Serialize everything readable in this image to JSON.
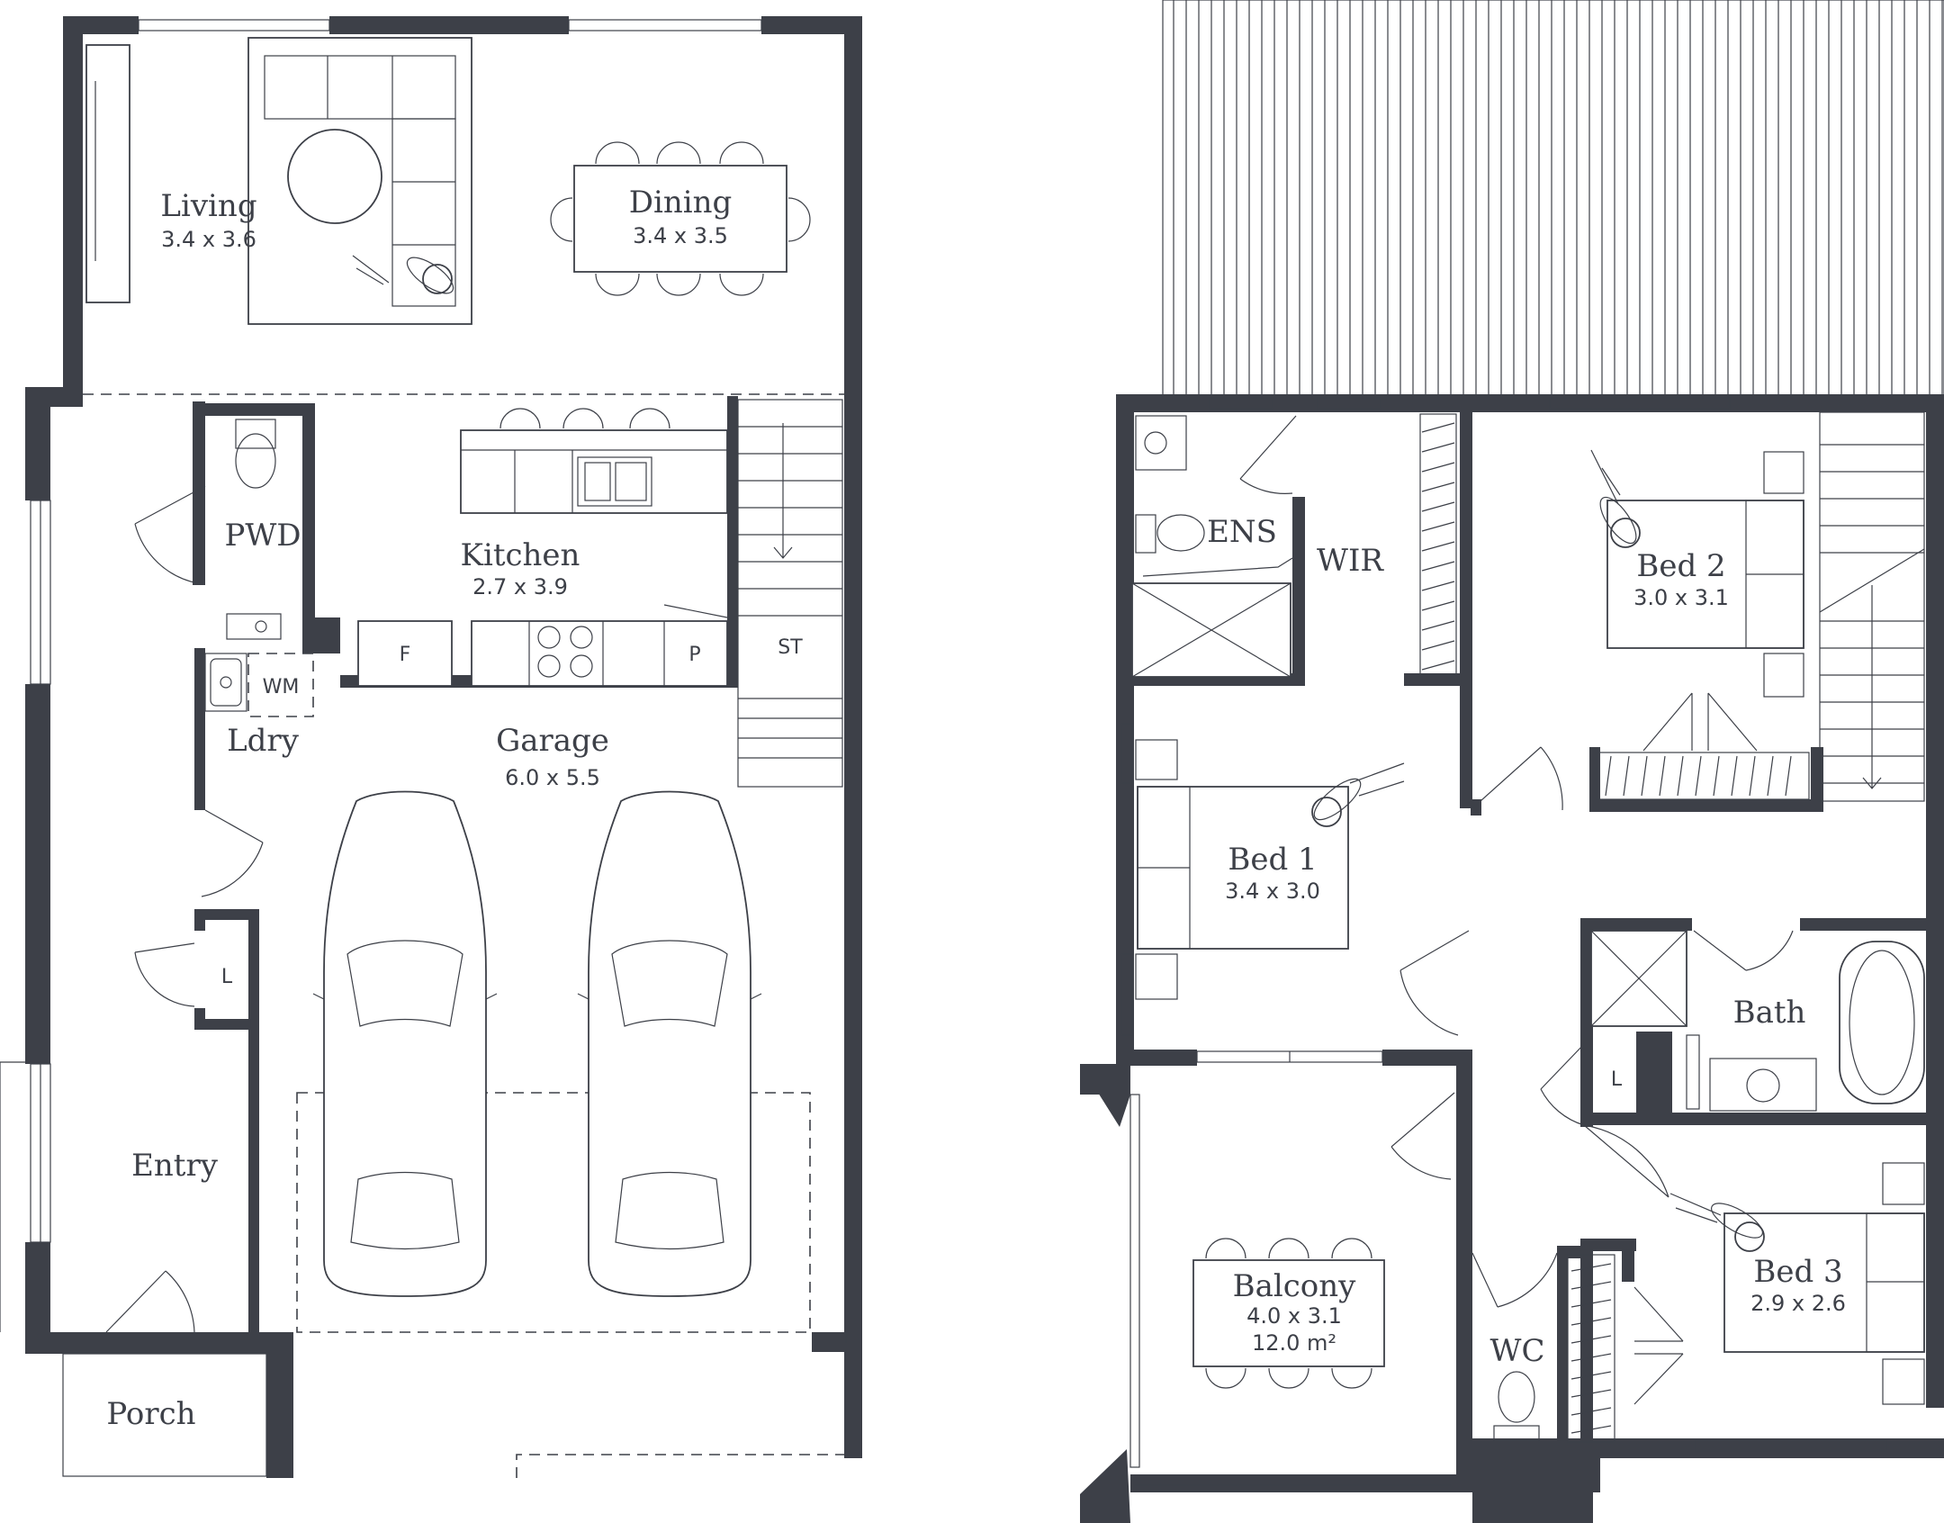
{
  "ground_floor": {
    "living": {
      "name": "Living",
      "dims": "3.4 x 3.6"
    },
    "dining": {
      "name": "Dining",
      "dims": "3.4 x 3.5"
    },
    "powder": {
      "name": "PWD"
    },
    "kitchen": {
      "name": "Kitchen",
      "dims": "2.7 x 3.9"
    },
    "fridge": {
      "name": "F"
    },
    "pantry": {
      "name": "P"
    },
    "store": {
      "name": "ST"
    },
    "washing_machine": {
      "name": "WM"
    },
    "laundry": {
      "name": "Ldry"
    },
    "garage": {
      "name": "Garage",
      "dims": "6.0 x 5.5"
    },
    "linen": {
      "name": "L"
    },
    "entry": {
      "name": "Entry"
    },
    "porch": {
      "name": "Porch"
    }
  },
  "first_floor": {
    "ensuite": {
      "name": "ENS"
    },
    "wir": {
      "name": "WIR"
    },
    "bed2": {
      "name": "Bed 2",
      "dims": "3.0 x 3.1"
    },
    "bed1": {
      "name": "Bed 1",
      "dims": "3.4 x 3.0"
    },
    "bath": {
      "name": "Bath"
    },
    "linen": {
      "name": "L"
    },
    "balcony": {
      "name": "Balcony",
      "dims": "4.0 x 3.1",
      "area": "12.0 m²"
    },
    "wc": {
      "name": "WC"
    },
    "bed3": {
      "name": "Bed 3",
      "dims": "2.9 x 2.6"
    }
  }
}
